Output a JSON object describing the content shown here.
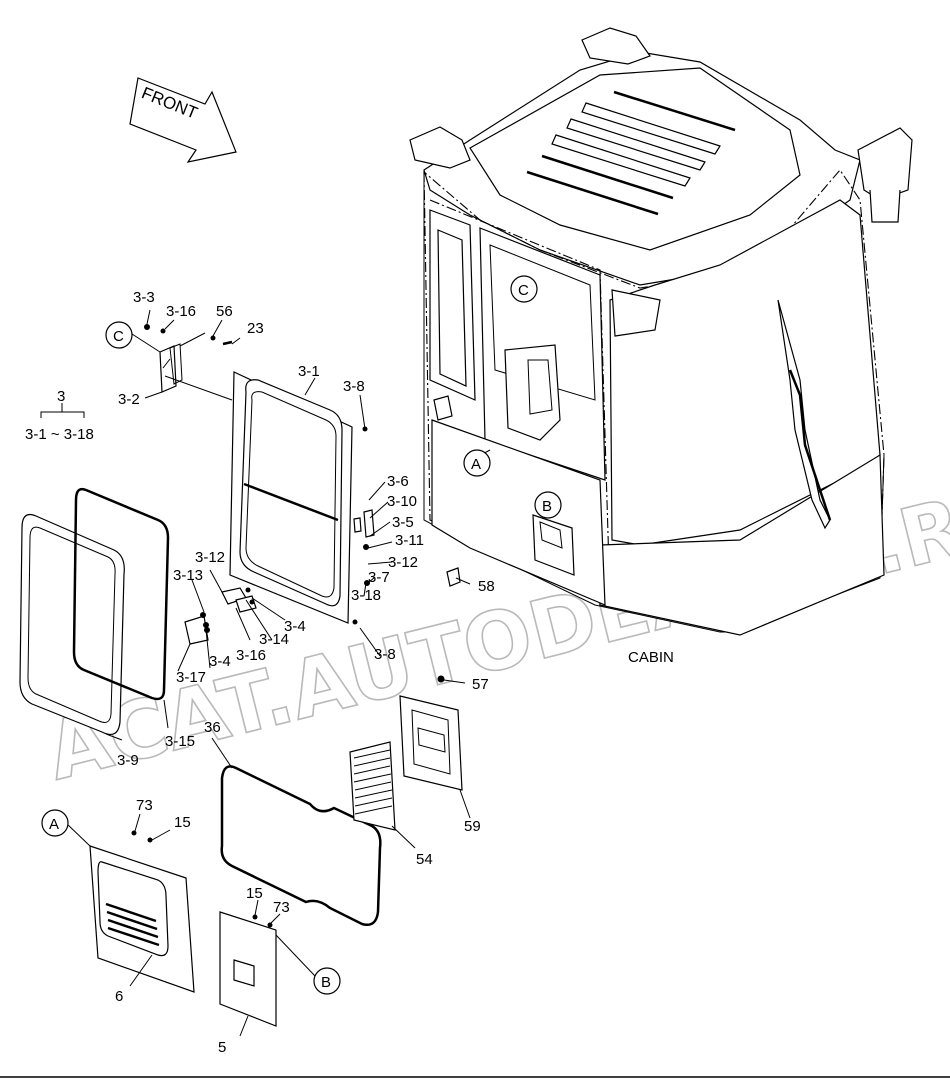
{
  "front_arrow": "FRONT",
  "assembly_title": "CABIN",
  "watermark": "ACAT.AUTODEALER.RU",
  "assembly_group": {
    "number": "3",
    "range": "3-1 ~ 3-18"
  },
  "callouts": {
    "a": "A",
    "b": "B",
    "c": "C"
  },
  "labels": {
    "p3_3": "3-3",
    "p3_16a": "3-16",
    "p56": "56",
    "p23": "23",
    "p3_2": "3-2",
    "p3_1": "3-1",
    "p3_8a": "3-8",
    "p3_6": "3-6",
    "p3_10": "3-10",
    "p3_5": "3-5",
    "p3_11": "3-11",
    "p3_12a": "3-12",
    "p3_7": "3-7",
    "p3_18": "3-18",
    "p3_12b": "3-12",
    "p3_13": "3-13",
    "p3_4a": "3-4",
    "p3_14": "3-14",
    "p3_16b": "3-16",
    "p3_4b": "3-4",
    "p3_17": "3-17",
    "p3_8b": "3-8",
    "p58": "58",
    "p57": "57",
    "p59": "59",
    "p54": "54",
    "p36": "36",
    "p3_15": "3-15",
    "p3_9": "3-9",
    "p73a": "73",
    "p15a": "15",
    "p6": "6",
    "p15b": "15",
    "p73b": "73",
    "p5": "5"
  }
}
